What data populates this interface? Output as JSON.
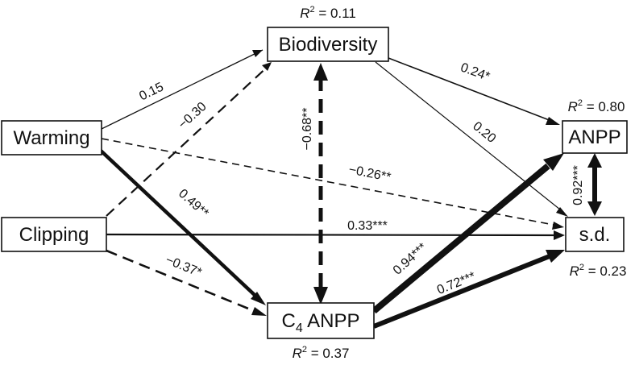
{
  "nodes": {
    "biodiversity": "Biodiversity",
    "warming": "Warming",
    "clipping": "Clipping",
    "c4_prefix": "C",
    "c4_sub": "4",
    "c4_suffix": " ANPP",
    "anpp": "ANPP",
    "sd": "s.d."
  },
  "r_squared": {
    "symbol": "R",
    "exponent": "2",
    "biodiversity": " = 0.11",
    "anpp": " = 0.80",
    "sd": " = 0.23",
    "c4_anpp": " = 0.37"
  },
  "paths": {
    "warming_biodiversity": "0.15",
    "clipping_biodiversity": "−0.30",
    "biodiversity_c4": "−0.68**",
    "warming_sd": "−0.26**",
    "warming_c4": "0.49**",
    "clipping_sd": "0.33***",
    "clipping_c4": "−0.37*",
    "biodiversity_anpp": "0.24*",
    "biodiversity_sd": "0.20",
    "c4_anpp": "0.94***",
    "c4_sd": "0.72***",
    "anpp_sd": "0.92***"
  },
  "colors": {
    "ink": "#111111",
    "background": "#ffffff"
  }
}
